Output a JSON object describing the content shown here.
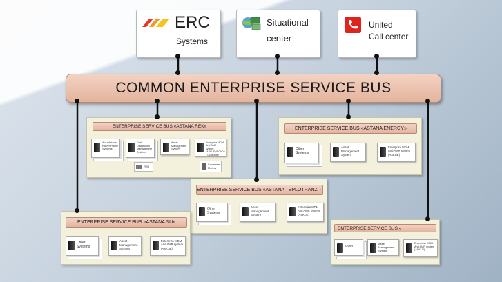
{
  "top_systems": [
    {
      "line1": "ERC",
      "line2": "Systems"
    },
    {
      "line1": "Situational",
      "line2": "center"
    },
    {
      "line1": "United",
      "line2": "Call center"
    }
  ],
  "common_bus": {
    "label": "COMMON ENTERPRISE SERVICE BUS"
  },
  "panels": {
    "rek": {
      "title": "ENTERPRISE SERVICE BUS «ASTANA REK»",
      "systems": [
        "Arc «Astana RAIK» Pudhe Systems",
        "Dark - Distribution Management System",
        "Asset Management System",
        "Enterprise MDM And AMR system (ASKUE)/SCADA - Consumer"
      ],
      "devices": [
        "RTU",
        "Consumer Meters"
      ]
    },
    "energy": {
      "title": "ENTERPRISE SERVICE BUS «ASTANA ENERGY»",
      "systems": [
        "Other Systems",
        "Asset Management System",
        "Enterprise MDM And AMR system (ASKUE)"
      ]
    },
    "teplotranzit": {
      "title": "ENTERPRISE SERVICE BUS «ASTANA TEPLOTRANZIT»",
      "systems": [
        "Other Systems",
        "Asset Management System",
        "Enterprise MDM And AMR system (ASKUE)"
      ]
    },
    "su": {
      "title": "ENTERPRISE SERVICE BUS «ASTANA SU»",
      "systems": [
        "Other Systems",
        "Asset Management System",
        "Enterprise MDM And AMR system (ASKUE)"
      ]
    },
    "fifth": {
      "title": "ENTERPRISE SERVICE BUS «",
      "systems": [
        "Other",
        "Asset Management System",
        "Enterprise MDM And AMR system (ASKUE)"
      ]
    }
  },
  "colors": {
    "bus": "#e3b49d",
    "panel": "#f3f0dc",
    "connector": "#111111"
  }
}
